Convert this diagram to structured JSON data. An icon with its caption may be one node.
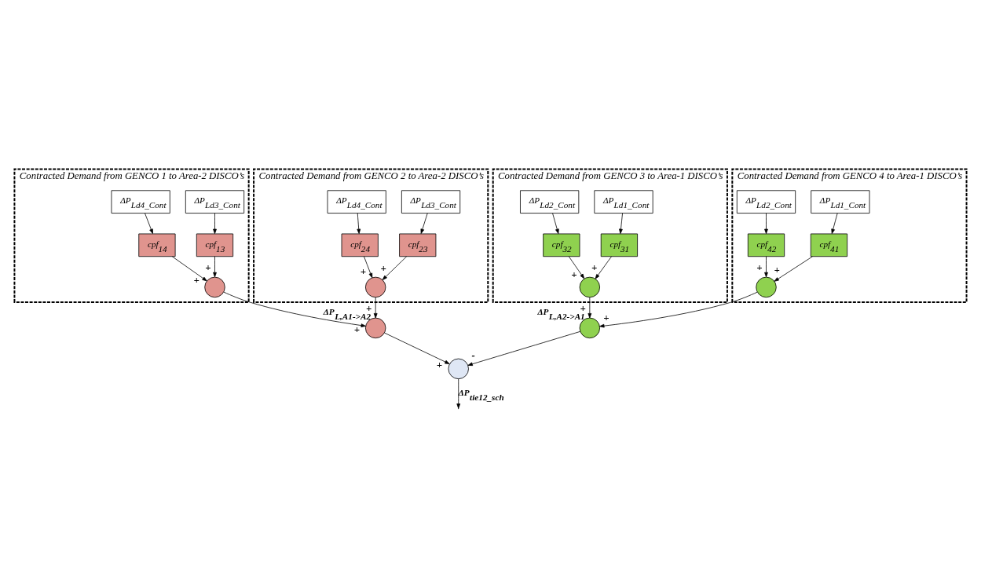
{
  "diagram": {
    "nodes": [
      {
        "text": [
          "Contracted Demand from GENCO 1 to Area-2 DISCO’s"
        ]
      },
      {
        "text": [
          "ΔP$_{Ld3_Cont}$"
        ],
        "in": 0
      },
      {
        "text": [
          "ΔP$_{Ld4_Cont}$"
        ],
        "in": 0
      },
      {
        "text": [
          "cpf$_{13}$"
        ],
        "in": 0
      },
      {
        "text": [
          "cpf$_{14}$"
        ],
        "in": 0
      },
      {
        "text": [],
        "shape": "circle",
        "in": 0
      },
      {
        "text": [
          "Contracted Demand from GENCO 2 to Area-2 DISCO’s"
        ]
      },
      {
        "text": [
          "ΔP$_{Ld3_Cont}$"
        ],
        "in": 6
      },
      {
        "text": [
          "ΔP$_{Ld4_Cont}$"
        ],
        "in": 6
      },
      {
        "text": [
          "cpf$_{23}$"
        ],
        "in": 6
      },
      {
        "text": [
          "cpf$_{24}$"
        ],
        "in": 6
      },
      {
        "text": [],
        "shape": "circle",
        "in": 6
      },
      {
        "text": [
          "Contracted Demand from GENCO 3 to Area-1 DISCO’s"
        ]
      },
      {
        "text": [
          "ΔP$_{Ld1_Cont}$"
        ],
        "in": 12
      },
      {
        "text": [
          "ΔP$_{Ld2_Cont}$"
        ],
        "in": 12
      },
      {
        "text": [
          "cpf$_{31}$"
        ],
        "in": 12
      },
      {
        "text": [
          "cpf$_{32}$"
        ],
        "in": 12
      },
      {
        "text": [],
        "shape": "circle",
        "in": 12
      },
      {
        "text": [
          "Contracted Demand from GENCO 4 to Area-1 DISCO’s"
        ]
      },
      {
        "text": [
          "ΔP$_{Ld1_Cont}$"
        ],
        "in": 18
      },
      {
        "text": [
          "ΔP$_{Ld2_Cont}$"
        ],
        "in": 18
      },
      {
        "text": [
          "cpf$_{41}$"
        ],
        "in": 18
      },
      {
        "text": [
          "cpf$_{42}$"
        ],
        "in": 18
      },
      {
        "text": [],
        "shape": "circle",
        "in": 18
      },
      {
        "text": [],
        "shape": "circle",
        "beside": [
          "ΔP$_{L,A1->A2}$"
        ]
      },
      {
        "text": [],
        "shape": "circle",
        "beside": [
          "ΔP$_{L,A2->A1}$"
        ]
      },
      {
        "text": [],
        "shape": "circle"
      }
    ],
    "edges": [
      {
        "from": 1,
        "to": 3,
        "arrow": "to"
      },
      {
        "from": 2,
        "to": 4,
        "arrow": "to"
      },
      {
        "from": 3,
        "to": 5,
        "arrow": "to",
        "label": "+"
      },
      {
        "from": 4,
        "to": 5,
        "arrow": "to",
        "label": "+"
      },
      {
        "from": 7,
        "to": 9,
        "arrow": "to"
      },
      {
        "from": 8,
        "to": 10,
        "arrow": "to"
      },
      {
        "from": 9,
        "to": 11,
        "arrow": "to",
        "label": "+"
      },
      {
        "from": 10,
        "to": 11,
        "arrow": "to",
        "label": "+"
      },
      {
        "from": 13,
        "to": 15,
        "arrow": "to"
      },
      {
        "from": 14,
        "to": 16,
        "arrow": "to"
      },
      {
        "from": 15,
        "to": 17,
        "arrow": "to",
        "label": "+"
      },
      {
        "from": 16,
        "to": 17,
        "arrow": "to",
        "label": "+"
      },
      {
        "from": 19,
        "to": 21,
        "arrow": "to"
      },
      {
        "from": 20,
        "to": 22,
        "arrow": "to"
      },
      {
        "from": 21,
        "to": 23,
        "arrow": "to",
        "label": "+"
      },
      {
        "from": 22,
        "to": 23,
        "arrow": "to",
        "label": "+"
      },
      {
        "from": 5,
        "to": 24,
        "arrow": "to",
        "label": "+"
      },
      {
        "from": 11,
        "to": 24,
        "arrow": "to",
        "label": "+"
      },
      {
        "from": 17,
        "to": 25,
        "arrow": "to",
        "label": "+"
      },
      {
        "from": 23,
        "to": 25,
        "arrow": "to",
        "label": "+"
      },
      {
        "from": 24,
        "to": 26,
        "arrow": "to",
        "label": "+"
      },
      {
        "from": 25,
        "to": 26,
        "arrow": "to",
        "label": "-"
      },
      {
        "from": 26,
        "to": null,
        "arrow": "to",
        "label": "ΔP$_{tie12_sch}$"
      }
    ]
  }
}
